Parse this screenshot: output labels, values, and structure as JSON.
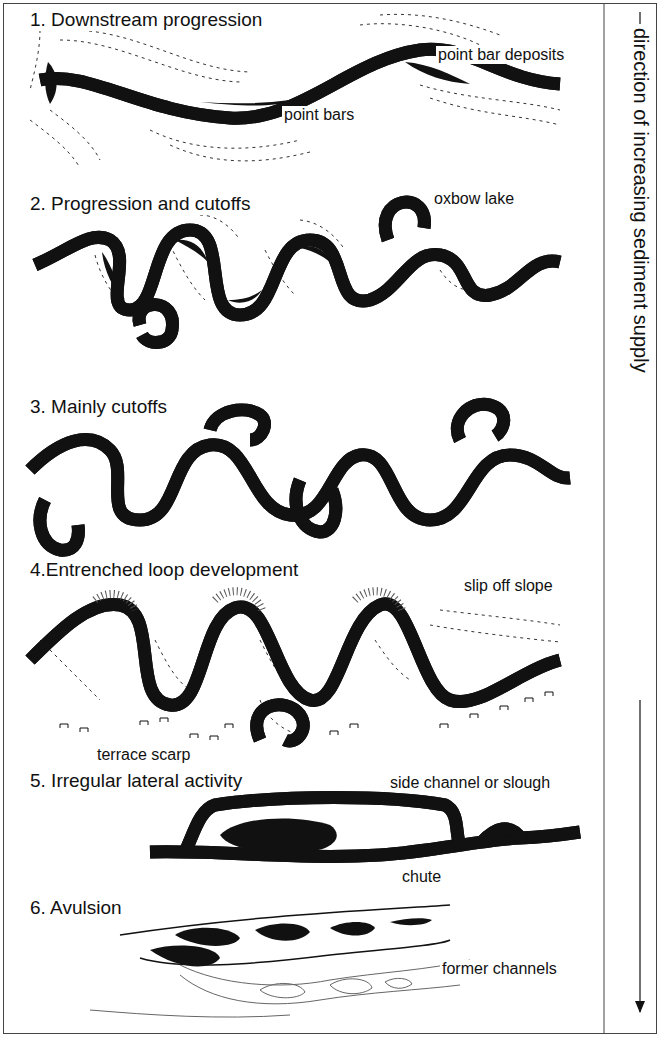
{
  "diagram": {
    "labels": [
      "1. Downstream progression",
      "point bar deposits",
      "point bars",
      "2. Progression and cutoffs",
      "oxbow lake",
      "3. Mainly cutoffs",
      "4.Entrenched loop development",
      "slip off slope",
      "terrace scarp",
      "5. Irregular lateral activity",
      "side channel or slough",
      "chute",
      "6. Avulsion",
      "former channels",
      "direction of increasing sediment supply"
    ]
  }
}
